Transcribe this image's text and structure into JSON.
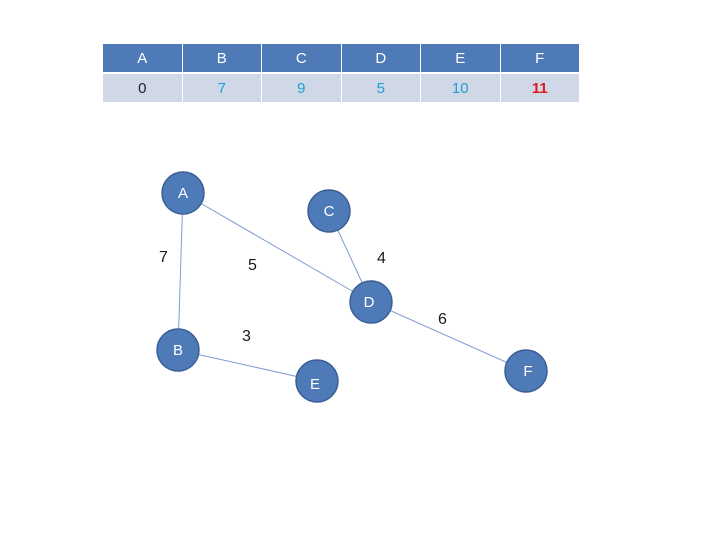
{
  "table": {
    "headers": [
      "A",
      "B",
      "C",
      "D",
      "E",
      "F"
    ],
    "values": [
      "0",
      "7",
      "9",
      "5",
      "10",
      "11"
    ]
  },
  "graph": {
    "nodes": [
      {
        "id": "A",
        "label": "A"
      },
      {
        "id": "B",
        "label": "B"
      },
      {
        "id": "C",
        "label": "C"
      },
      {
        "id": "D",
        "label": "D"
      },
      {
        "id": "E",
        "label": "E"
      },
      {
        "id": "F",
        "label": "F"
      }
    ],
    "edges": [
      {
        "from": "A",
        "to": "B",
        "weight": "7"
      },
      {
        "from": "A",
        "to": "D",
        "weight": "5"
      },
      {
        "from": "C",
        "to": "D",
        "weight": "4"
      },
      {
        "from": "B",
        "to": "E",
        "weight": "3"
      },
      {
        "from": "D",
        "to": "F",
        "weight": "6"
      }
    ]
  },
  "colors": {
    "header_bg": "#4f7ab8",
    "row_bg": "#d0d8e8",
    "value_text": "#1e9fd8",
    "highlight_text": "#e01818",
    "node_fill": "#4f7ab8",
    "edge": "#7f9ccf"
  }
}
